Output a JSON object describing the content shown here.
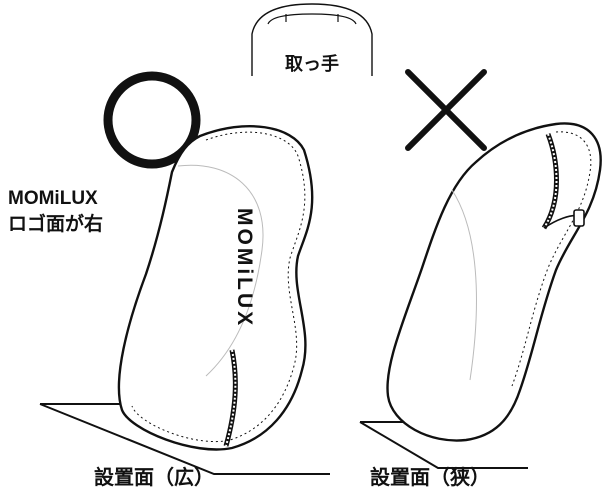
{
  "handle_label": "取っ手",
  "logo_side_note": {
    "line1": "MOMiLUX",
    "line2": "ロゴ面が右"
  },
  "pillow_logo": "MOMiLUX",
  "left_caption": "設置面（広）",
  "right_caption": "設置面（狭）",
  "correct_marker": "circle-mark",
  "incorrect_marker": "cross-mark",
  "colors": {
    "ink": "#111111",
    "paper": "#ffffff",
    "shade": "#d9d9d9"
  }
}
